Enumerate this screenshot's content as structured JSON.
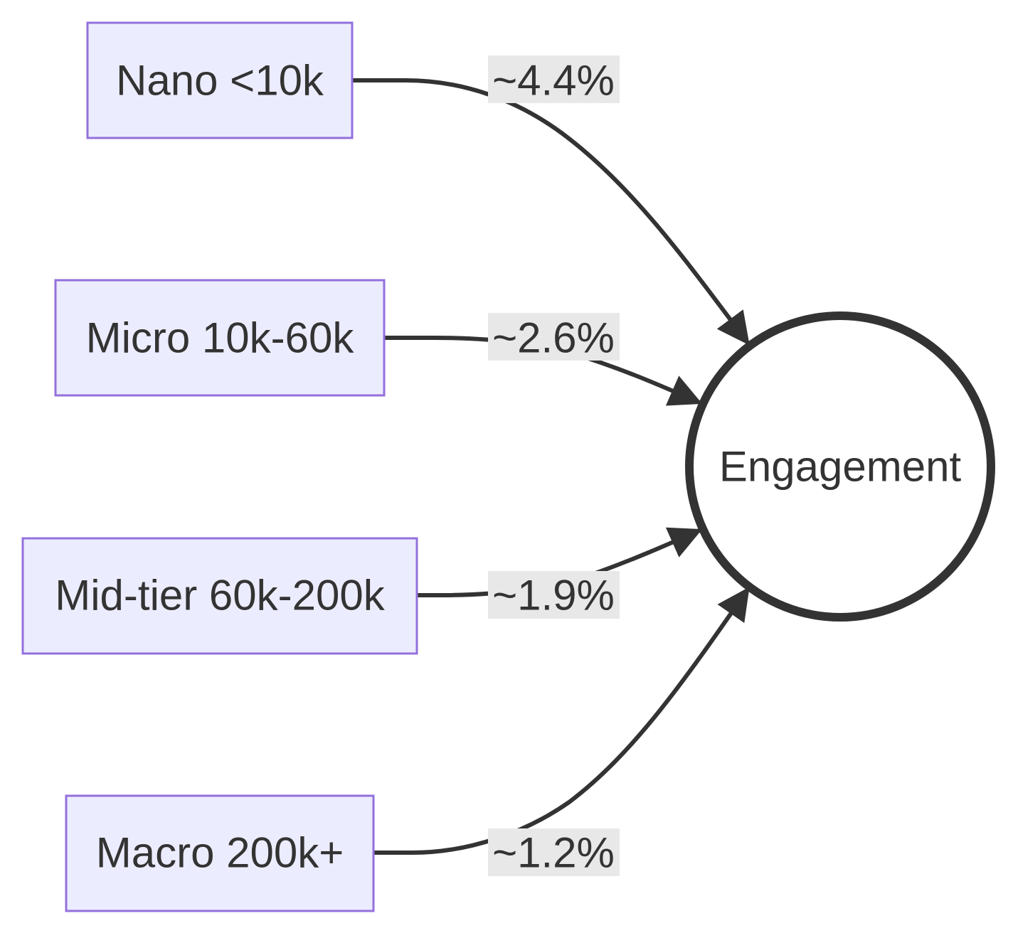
{
  "diagram": {
    "source_nodes": [
      {
        "id": "nano",
        "label": "Nano <10k"
      },
      {
        "id": "micro",
        "label": "Micro 10k-60k"
      },
      {
        "id": "midtier",
        "label": "Mid-tier 60k-200k"
      },
      {
        "id": "macro",
        "label": "Macro 200k+"
      }
    ],
    "target_node": {
      "id": "engagement",
      "label": "Engagement"
    },
    "edges": [
      {
        "from": "nano",
        "to": "engagement",
        "label": "~4.4%"
      },
      {
        "from": "micro",
        "to": "engagement",
        "label": "~2.6%"
      },
      {
        "from": "midtier",
        "to": "engagement",
        "label": "~1.9%"
      },
      {
        "from": "macro",
        "to": "engagement",
        "label": "~1.2%"
      }
    ],
    "colors": {
      "node_fill": "#ececff",
      "node_stroke": "#9370db",
      "edge": "#333333",
      "label_bg": "#e8e8e8",
      "text": "#333333"
    }
  }
}
